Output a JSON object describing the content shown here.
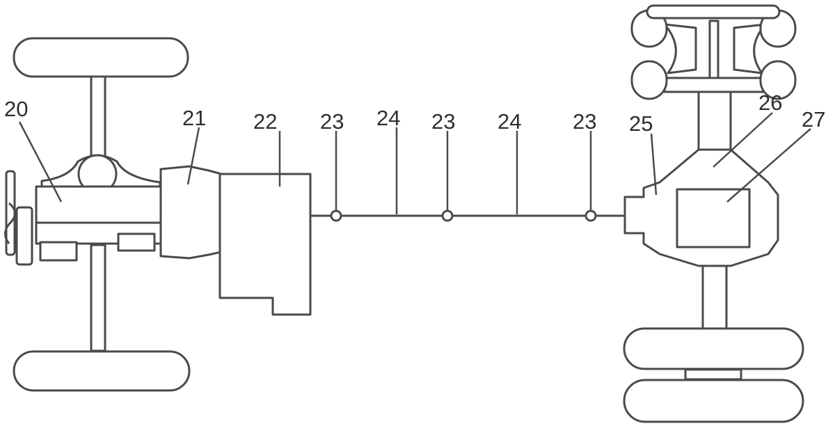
{
  "labels": {
    "l20": "20",
    "l21": "21",
    "l22": "22",
    "l23a": "23",
    "l24a": "24",
    "l23b": "23",
    "l24b": "24",
    "l23c": "23",
    "l25": "25",
    "l26": "26",
    "l27": "27"
  },
  "colors": {
    "line": "#4a4a4a",
    "background": "#ffffff",
    "text": "#2e2e2e"
  }
}
